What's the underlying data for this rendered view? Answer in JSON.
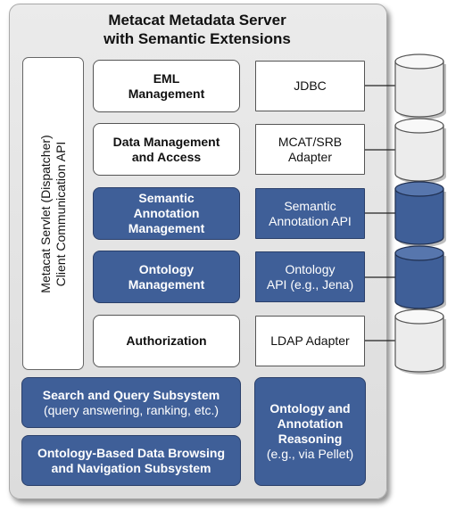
{
  "title": {
    "line1": "Metacat Metadata Server",
    "line2": "with Semantic Extensions"
  },
  "servlet": {
    "line1": "Metacat Servlet (Dispatcher)",
    "line2": "Client Communication API"
  },
  "modules": [
    {
      "name": "eml-management-box",
      "lines": [
        "EML",
        "Management"
      ],
      "style": "white"
    },
    {
      "name": "data-management-box",
      "lines": [
        "Data Management",
        "and Access"
      ],
      "style": "white"
    },
    {
      "name": "semantic-annotation-management-box",
      "lines": [
        "Semantic",
        "Annotation",
        "Management"
      ],
      "style": "blue"
    },
    {
      "name": "ontology-management-box",
      "lines": [
        "Ontology",
        "Management"
      ],
      "style": "blue"
    },
    {
      "name": "authorization-box",
      "lines": [
        "Authorization"
      ],
      "style": "white"
    }
  ],
  "adapters": [
    {
      "name": "jdbc-adapter-box",
      "lines": [
        "JDBC"
      ],
      "style": "white"
    },
    {
      "name": "mcat-srb-adapter-box",
      "lines": [
        "MCAT/SRB",
        "Adapter"
      ],
      "style": "white"
    },
    {
      "name": "semantic-annotation-api-box",
      "lines": [
        "Semantic",
        "Annotation API"
      ],
      "style": "blue"
    },
    {
      "name": "ontology-api-box",
      "lines": [
        "Ontology",
        "API (e.g., Jena)"
      ],
      "style": "blue"
    },
    {
      "name": "ldap-adapter-box",
      "lines": [
        "LDAP Adapter"
      ],
      "style": "white"
    }
  ],
  "databases": [
    {
      "name": "jdbc-database-icon",
      "style": "white"
    },
    {
      "name": "mcat-srb-database-icon",
      "style": "white"
    },
    {
      "name": "semantic-annotation-database-icon",
      "style": "blue"
    },
    {
      "name": "ontology-database-icon",
      "style": "blue"
    },
    {
      "name": "ldap-database-icon",
      "style": "white"
    }
  ],
  "search_subsystem": {
    "lines": [
      "Search and Query Subsystem",
      "(query answering, ranking, etc.)"
    ]
  },
  "browsing_subsystem": {
    "lines": [
      "Ontology-Based Data Browsing",
      "and Navigation Subsystem"
    ]
  },
  "reasoning": {
    "lines": [
      "Ontology and",
      "Annotation",
      "Reasoning",
      "(e.g., via Pellet)"
    ]
  },
  "colors": {
    "blue_fill": "#3f5f98",
    "blue_border": "#2a3f6a",
    "panel_fill": "#e4e4e4",
    "cylinder_white": "#ececec"
  }
}
